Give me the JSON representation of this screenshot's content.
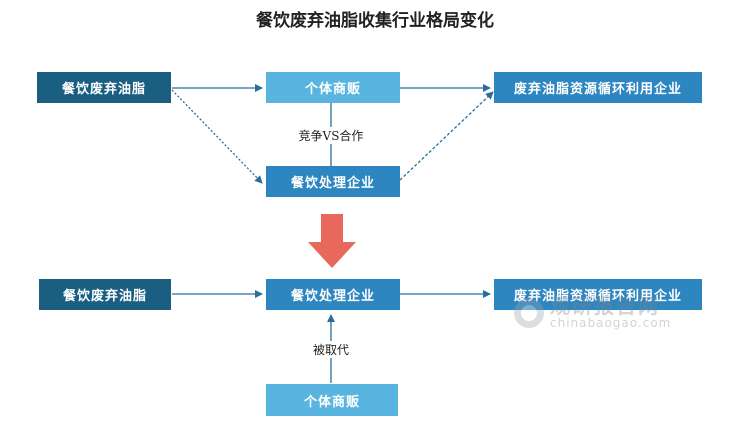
{
  "title": "餐饮废弃油脂收集行业格局变化",
  "top": {
    "source": "餐饮废弃油脂",
    "vendor": "个体商贩",
    "processor": "餐饮处理企业",
    "recycler": "废弃油脂资源循环利用企业",
    "relation": "竞争VS合作"
  },
  "bottom": {
    "source": "餐饮废弃油脂",
    "processor": "餐饮处理企业",
    "recycler": "废弃油脂资源循环利用企业",
    "relation": "被取代",
    "vendor": "个体商贩"
  },
  "watermark": {
    "cn": "观研报告网",
    "en": "chinabaogao.com"
  },
  "colors": {
    "dark": "#1a5f82",
    "mid": "#2e86c1",
    "light": "#5ab4e0",
    "arrow_line": "#2a6e9a",
    "transition_arrow": "#e8695c"
  }
}
